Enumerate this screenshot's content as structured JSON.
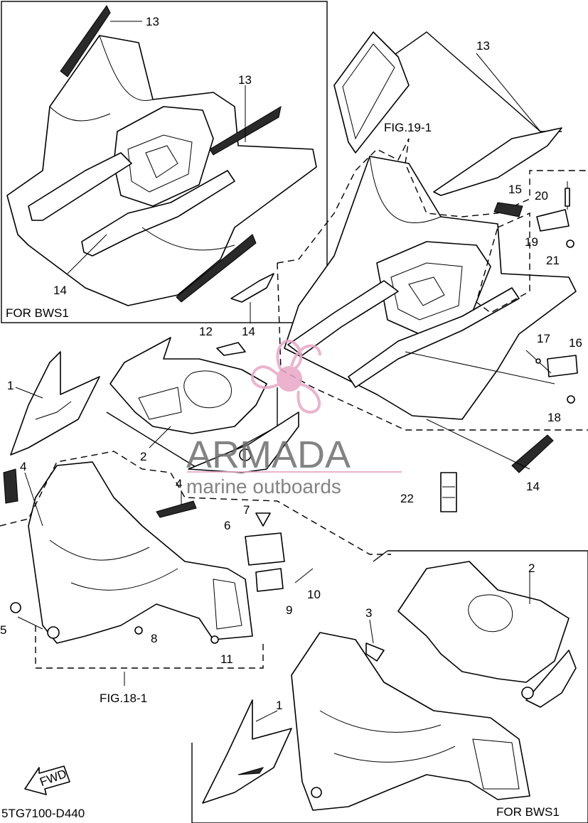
{
  "callouts": {
    "n1a": "1",
    "n1b": "1",
    "n2a": "2",
    "n2b": "2",
    "n3": "3",
    "n4a": "4",
    "n4b": "4",
    "n5": "5",
    "n6": "6",
    "n7": "7",
    "n8": "8",
    "n9": "9",
    "n10": "10",
    "n11": "11",
    "n12": "12",
    "n13a": "13",
    "n13b": "13",
    "n13c": "13",
    "n14a": "14",
    "n14b": "14",
    "n14c": "14",
    "n15": "15",
    "n16": "16",
    "n17": "17",
    "n18": "18",
    "n19": "19",
    "n20": "20",
    "n21": "21",
    "n22": "22"
  },
  "captions": {
    "for_bws1_top": "FOR BWS1",
    "for_bws1_bottom": "FOR BWS1",
    "fig_19_1": "FIG.19-1",
    "fig_18_1": "FIG.18-1",
    "drawing_code": "5TG7100-D440",
    "fwd_arrow": "FWD"
  },
  "watermark": {
    "brand": "ARMADA",
    "tagline": "marine outboards",
    "logo_color": "#e8a6c6"
  }
}
